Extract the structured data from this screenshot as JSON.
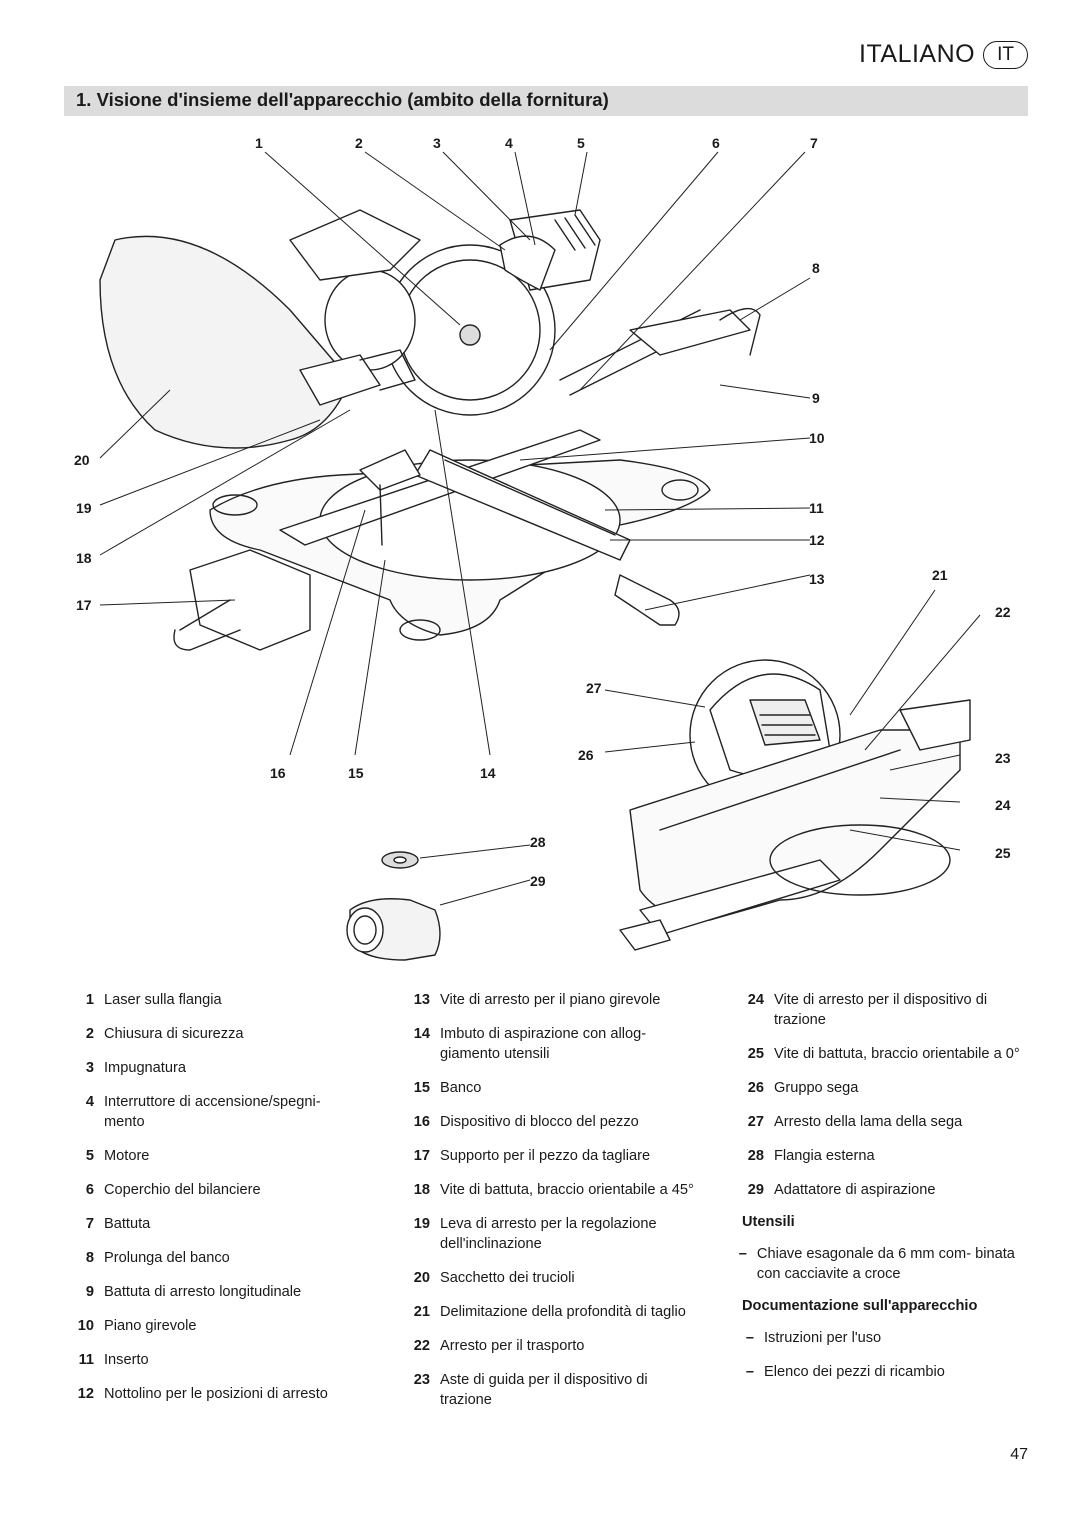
{
  "header": {
    "language": "ITALIANO",
    "code": "IT"
  },
  "section": {
    "title": "1.   Visione d'insieme dell'apparecchio (ambito della fornitura)"
  },
  "figure": {
    "labels": [
      "1",
      "2",
      "3",
      "4",
      "5",
      "6",
      "7",
      "8",
      "9",
      "10",
      "11",
      "12",
      "13",
      "14",
      "15",
      "16",
      "17",
      "18",
      "19",
      "20",
      "21",
      "22",
      "23",
      "24",
      "25",
      "26",
      "27",
      "28",
      "29"
    ]
  },
  "legend": {
    "col1": [
      {
        "num": "1",
        "text": "Laser sulla flangia"
      },
      {
        "num": "2",
        "text": "Chiusura di sicurezza"
      },
      {
        "num": "3",
        "text": "Impugnatura"
      },
      {
        "num": "4",
        "text": "Interruttore di accensione/spegni- mento"
      },
      {
        "num": "5",
        "text": "Motore"
      },
      {
        "num": "6",
        "text": "Coperchio del bilanciere"
      },
      {
        "num": "7",
        "text": "Battuta"
      },
      {
        "num": "8",
        "text": "Prolunga del banco"
      },
      {
        "num": "9",
        "text": "Battuta di arresto longitudinale"
      },
      {
        "num": "10",
        "text": "Piano girevole"
      },
      {
        "num": "11",
        "text": "Inserto"
      },
      {
        "num": "12",
        "text": "Nottolino per le posizioni di arresto"
      }
    ],
    "col2": [
      {
        "num": "13",
        "text": "Vite di arresto per il piano girevole"
      },
      {
        "num": "14",
        "text": "Imbuto di aspirazione con allog- giamento utensili"
      },
      {
        "num": "15",
        "text": "Banco"
      },
      {
        "num": "16",
        "text": "Dispositivo di blocco del pezzo"
      },
      {
        "num": "17",
        "text": "Supporto per il pezzo da tagliare"
      },
      {
        "num": "18",
        "text": "Vite di battuta, braccio orientabile a 45°"
      },
      {
        "num": "19",
        "text": "Leva di arresto per la regolazione dell'inclinazione"
      },
      {
        "num": "20",
        "text": "Sacchetto dei trucioli"
      },
      {
        "num": "21",
        "text": "Delimitazione della profondità di taglio"
      },
      {
        "num": "22",
        "text": "Arresto per il trasporto"
      },
      {
        "num": "23",
        "text": "Aste di guida per il dispositivo di trazione"
      }
    ],
    "col3": [
      {
        "num": "24",
        "text": "Vite di arresto per il dispositivo di trazione"
      },
      {
        "num": "25",
        "text": "Vite di battuta, braccio orientabile a 0°"
      },
      {
        "num": "26",
        "text": "Gruppo sega"
      },
      {
        "num": "27",
        "text": "Arresto della lama della sega"
      },
      {
        "num": "28",
        "text": "Flangia esterna"
      },
      {
        "num": "29",
        "text": "Adattatore di aspirazione"
      }
    ],
    "tools_heading": "Utensili",
    "tools": [
      {
        "dash": "–",
        "text": "Chiave esagonale da 6 mm com- binata con cacciavite a croce"
      }
    ],
    "docs_heading": "Documentazione sull'apparecchio",
    "docs": [
      {
        "dash": "–",
        "text": "Istruzioni per l'uso"
      },
      {
        "dash": "–",
        "text": "Elenco dei pezzi di ricambio"
      }
    ]
  },
  "page": {
    "number": "47"
  }
}
